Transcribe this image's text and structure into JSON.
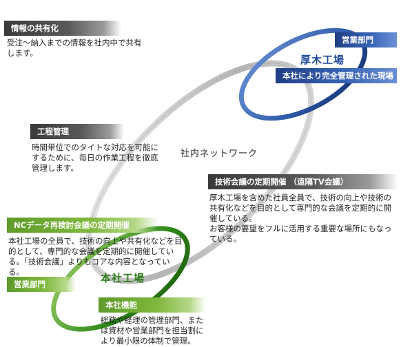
{
  "network_label": "社内ネットワーク",
  "info_sharing": {
    "title": "情報の共有化",
    "body": "受注～納入までの情報を社内中で共有します。"
  },
  "process_management": {
    "title": "工程管理",
    "body": "時間単位でのタイトな対応を可能にするために、毎日の作業工程を徹底管理します。"
  },
  "atsugi": {
    "sales_dept": "営業部門",
    "factory_name": "厚木工場",
    "managed_site": "本社により完全管理された現場"
  },
  "tech_meeting": {
    "title": "技術会議の定期開催 （遠隔TV会議）",
    "body": "厚木工場を含めた社員全員で、技術の向上や技術の共有化などを目的として専門的な会議を定期的に開催している。\nお客様の要望をフルに活用する重要な場所にもなっている。"
  },
  "nc_meeting": {
    "title": "NCデータ再検討会議の定期開催",
    "body": "本社工場の全員で、技術の向上や共有化などを目的として、専門的な会議を定期的に開催している。「技術会議」よりもコアな内容となっている。"
  },
  "honsha": {
    "sales_dept": "営業部門",
    "factory_name": "本社工場",
    "admin_title": "本社機能",
    "admin_body": "総務や経理の管理部門、または資材や営業部門を担当割により最小限の体制で管理。"
  },
  "colors": {
    "network_ring": "#c9c9c9",
    "atsugi_ring": "#2f5aa8",
    "honsha_ring": "#2f7a1a"
  }
}
